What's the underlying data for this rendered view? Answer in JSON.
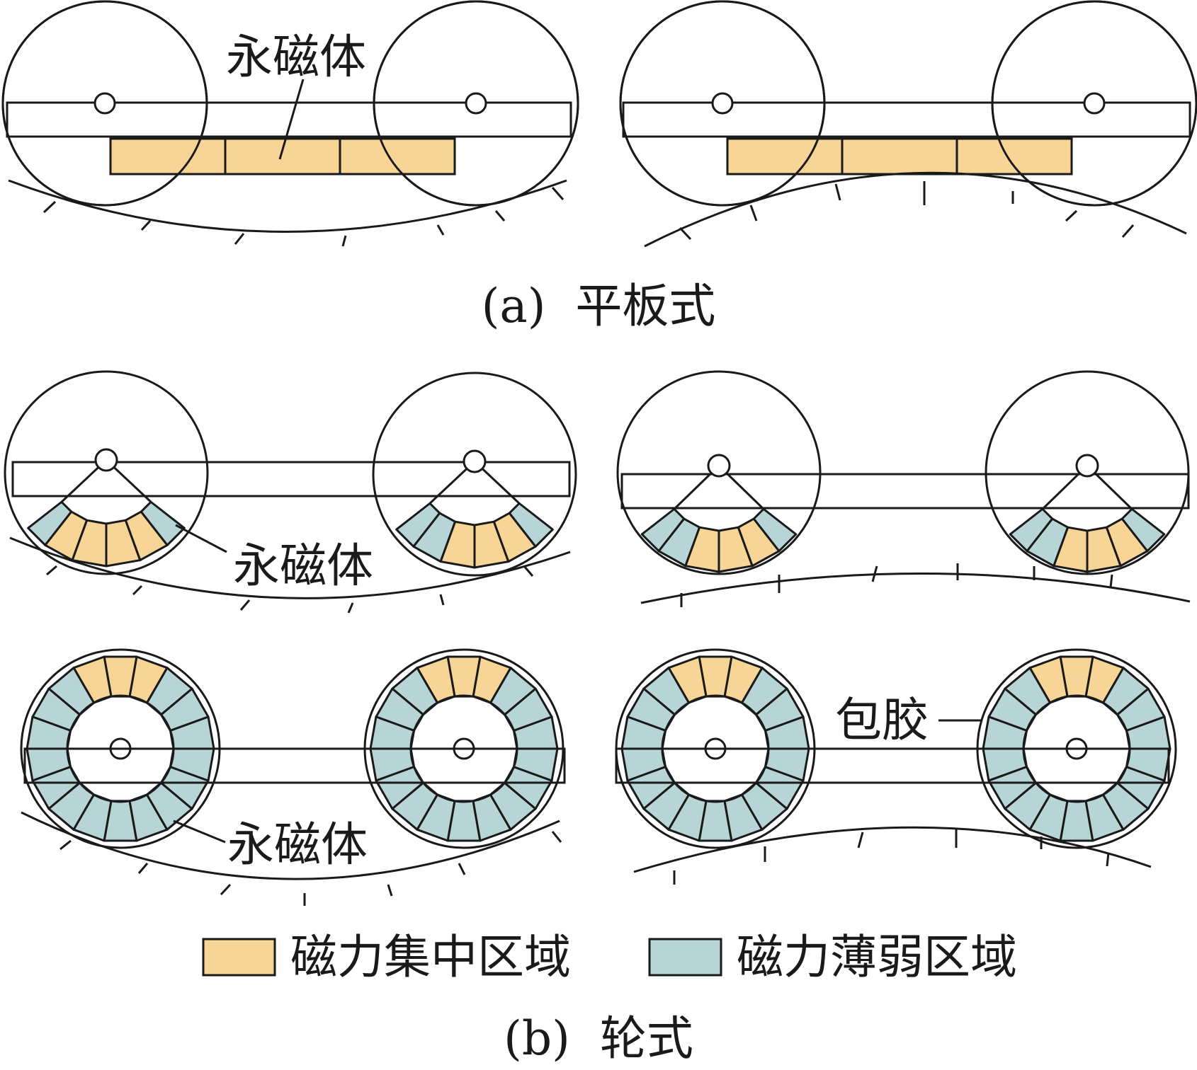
{
  "panel_a": {
    "caption": "(a)  平板式",
    "magnet_label": "永磁体"
  },
  "panel_b": {
    "caption": "(b)  轮式",
    "magnet_label_top": "永磁体",
    "magnet_label_bottom": "永磁体",
    "rubber_label": "包胶"
  },
  "legend": {
    "items": [
      {
        "label": "磁力集中区域",
        "color": "#f7d597"
      },
      {
        "label": "磁力薄弱区域",
        "color": "#b7d4d6"
      }
    ]
  },
  "colors": {
    "strong": "#f7d597",
    "weak": "#b7d4d6",
    "line": "#1a1a1a"
  }
}
